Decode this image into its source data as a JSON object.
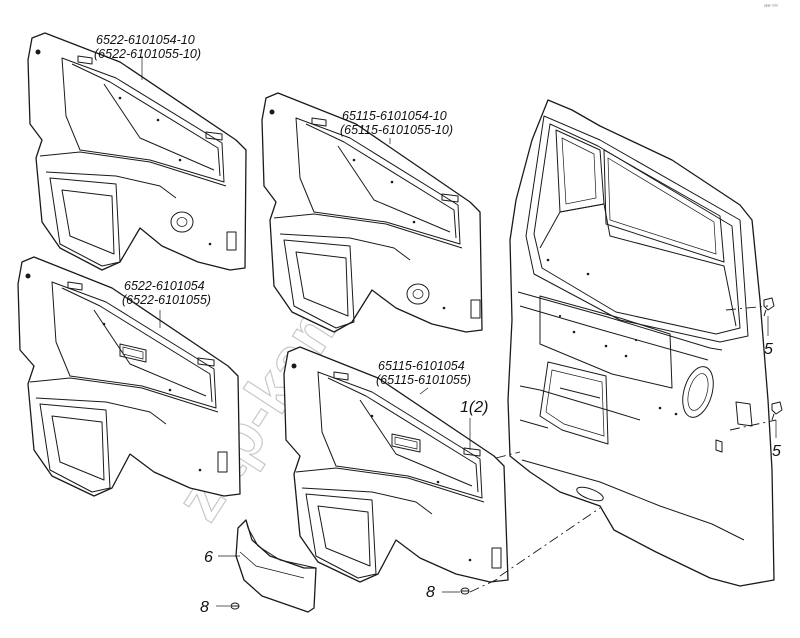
{
  "labels": {
    "panel_top_left": [
      "6522-6101054-10",
      "(6522-6101055-10)"
    ],
    "panel_top_center": [
      "65115-6101054-10",
      "(65115-6101055-10)"
    ],
    "panel_mid_left": [
      "6522-6101054",
      "(6522-6101055)"
    ],
    "panel_mid_center": [
      "65115-6101054",
      "(65115-6101055)"
    ],
    "callout_main": "1(2)",
    "callout_clip_upper": "5",
    "callout_clip_lower": "5",
    "callout_pocket": "6",
    "callout_screw_left": "8",
    "callout_screw_right": "8",
    "watermark": "zap-kam.ru",
    "corner_code": "ᴳᴿᴾ ⁰⁰⁰"
  }
}
